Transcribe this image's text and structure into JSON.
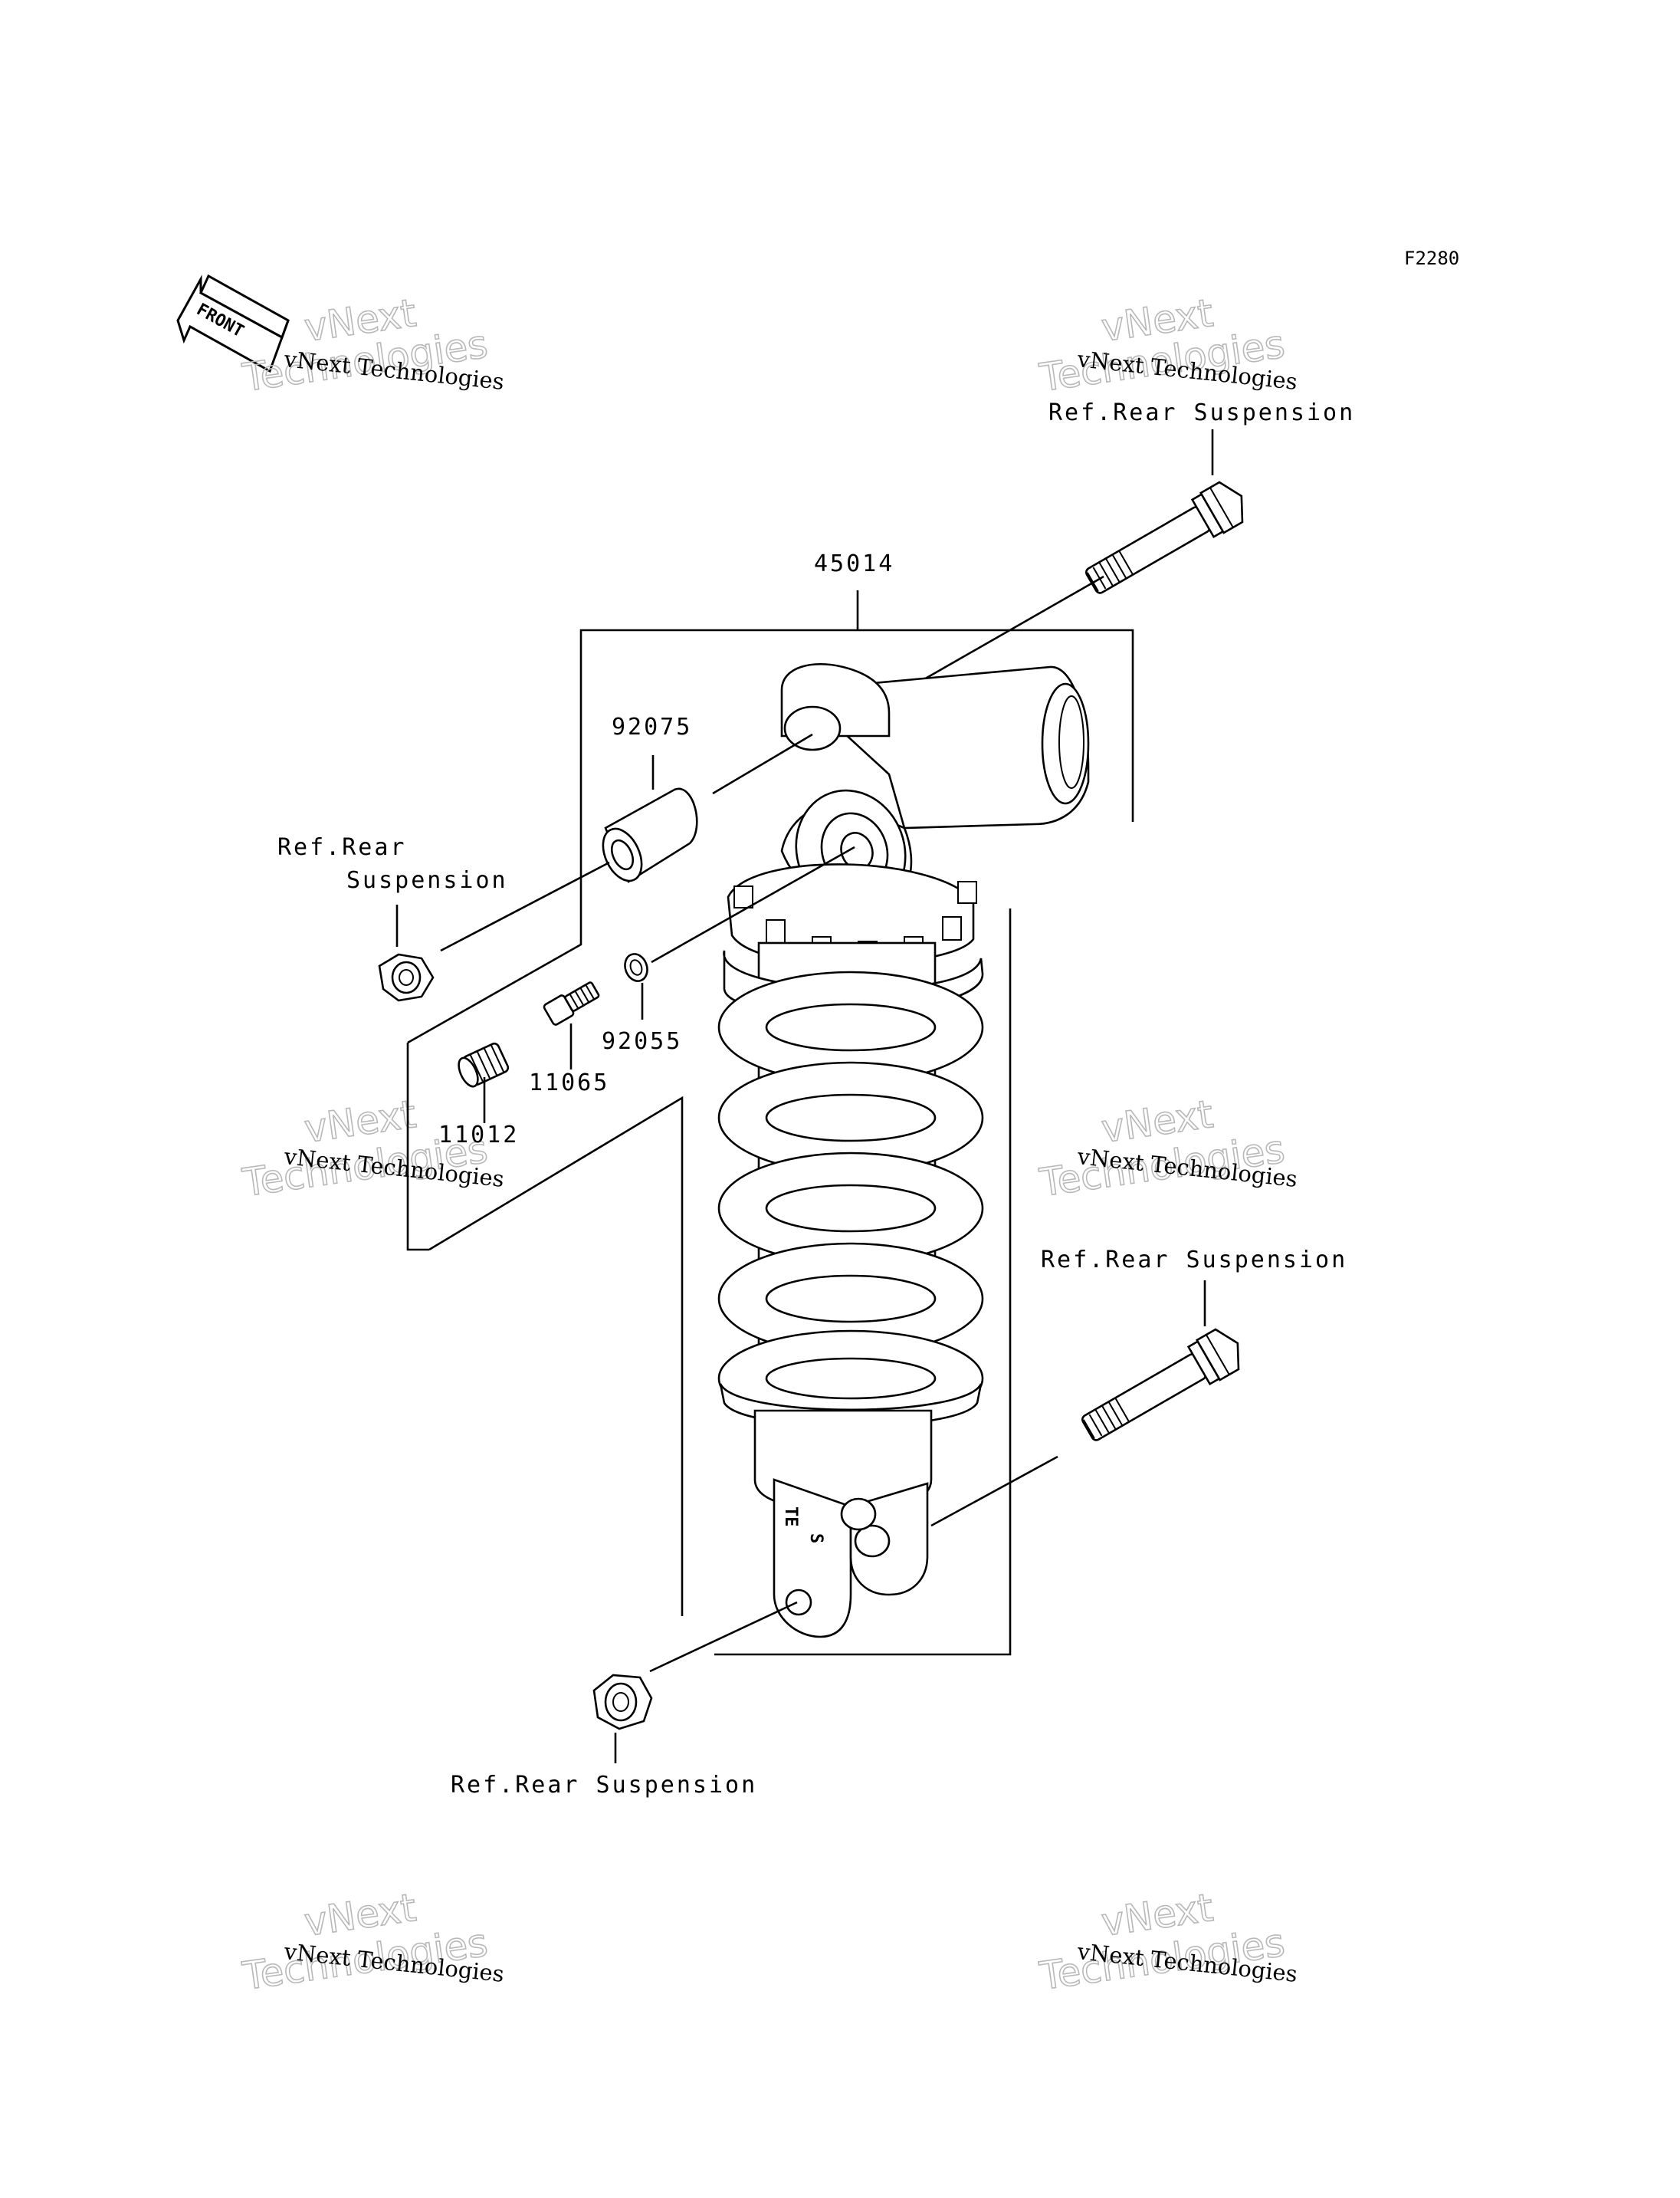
{
  "figure_code": "F2280",
  "front_arrow_label": "FRONT",
  "watermark": {
    "line1": "vNext Technologies",
    "overlay_line1": "vNext",
    "overlay_line2": "Technologies"
  },
  "callouts": {
    "ref_top_right": "Ref.Rear Suspension",
    "assembly": "45014",
    "collar": "92075",
    "ref_left_line1": "Ref.Rear",
    "ref_left_line2": "Suspension",
    "oring": "92055",
    "valve": "11065",
    "cap": "11012",
    "ref_mid_right": "Ref.Rear Suspension",
    "ref_bottom": "Ref.Rear Suspension"
  }
}
